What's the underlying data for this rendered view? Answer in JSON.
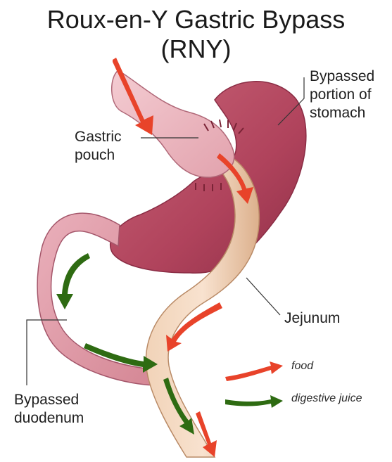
{
  "title": {
    "line1": "Roux-en-Y Gastric Bypass",
    "line2": "(RNY)"
  },
  "labels": {
    "bypassed_stomach": [
      "Bypassed",
      "portion of",
      "stomach"
    ],
    "gastric_pouch": [
      "Gastric",
      "pouch"
    ],
    "jejunum": "Jejunum",
    "bypassed_duodenum": [
      "Bypassed",
      "duodenum"
    ]
  },
  "legend": {
    "food": "food",
    "digestive_juice": "digestive juice"
  },
  "colors": {
    "food_arrow": "#e8432a",
    "digestive_juice_arrow": "#2e6b12",
    "stomach": "#b8485f",
    "intestine": "#e8c0a0",
    "duodenum": "#d98a98"
  }
}
